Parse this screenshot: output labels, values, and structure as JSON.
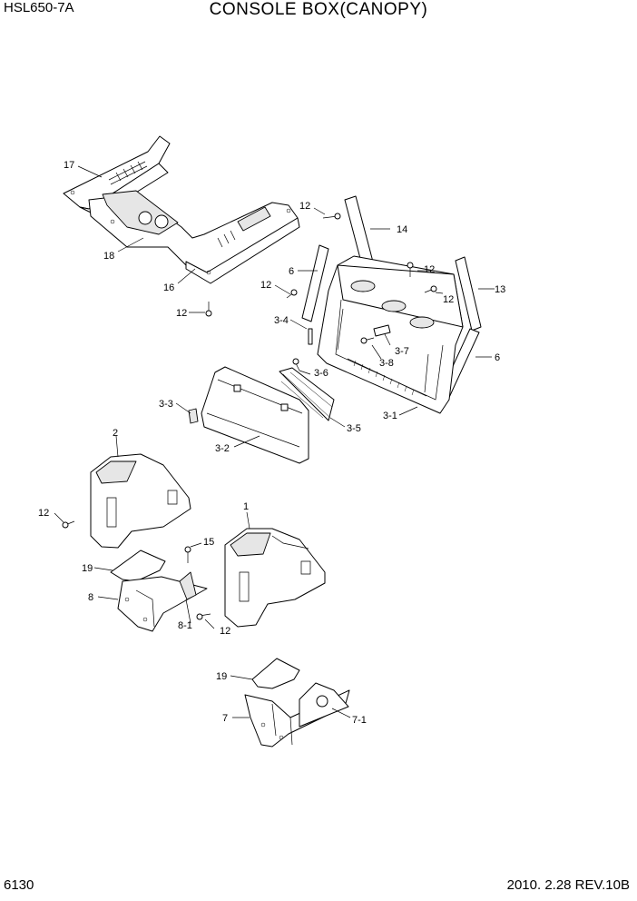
{
  "header": {
    "model": "HSL650-7A",
    "title": "CONSOLE BOX(CANOPY)"
  },
  "footer": {
    "page": "6130",
    "revision": "2010. 2.28  REV.10B"
  },
  "callouts": {
    "c17": "17",
    "c18": "18",
    "c16": "16",
    "c12a": "12",
    "c12b": "12",
    "c14": "14",
    "c12c": "12",
    "c6a": "6",
    "c12d": "12",
    "c12e": "12",
    "c13": "13",
    "c34": "3-4",
    "c37": "3-7",
    "c38": "3-8",
    "c6b": "6",
    "c36": "3-6",
    "c33": "3-3",
    "c35": "3-5",
    "c31": "3-1",
    "c32": "3-2",
    "c2": "2",
    "c12f": "12",
    "c1": "1",
    "c15": "15",
    "c19a": "19",
    "c8": "8",
    "c81": "8-1",
    "c12g": "12",
    "c19b": "19",
    "c7": "7",
    "c71": "7-1"
  }
}
